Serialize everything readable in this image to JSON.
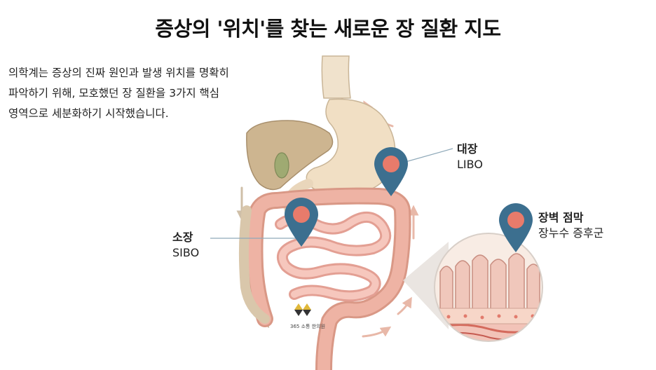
{
  "title": "증상의 '위치'를 찾는 새로운 장 질환 지도",
  "intro": {
    "line1": "의학계는 증상의 진짜 원인과 발생 위치를 명확히",
    "line2": "파악하기 위해, 모호했던 장 질환을 3가지 핵심",
    "line3": "영역으로 세분화하기 시작했습니다."
  },
  "labels": {
    "large_intestine": {
      "name": "대장",
      "code": "LIBO"
    },
    "small_intestine": {
      "name": "소장",
      "code": "SIBO"
    },
    "gut_wall": {
      "name": "장벽 점막",
      "condition": "장누수 증후군"
    }
  },
  "logo": {
    "text": "365 소통 한의원"
  },
  "colors": {
    "pin": "#3c6f8f",
    "pin_core": "#e87b6b",
    "organ_pink": "#f2b9ae",
    "liver": "#cdb590",
    "arrow": "#e8b8a8"
  }
}
